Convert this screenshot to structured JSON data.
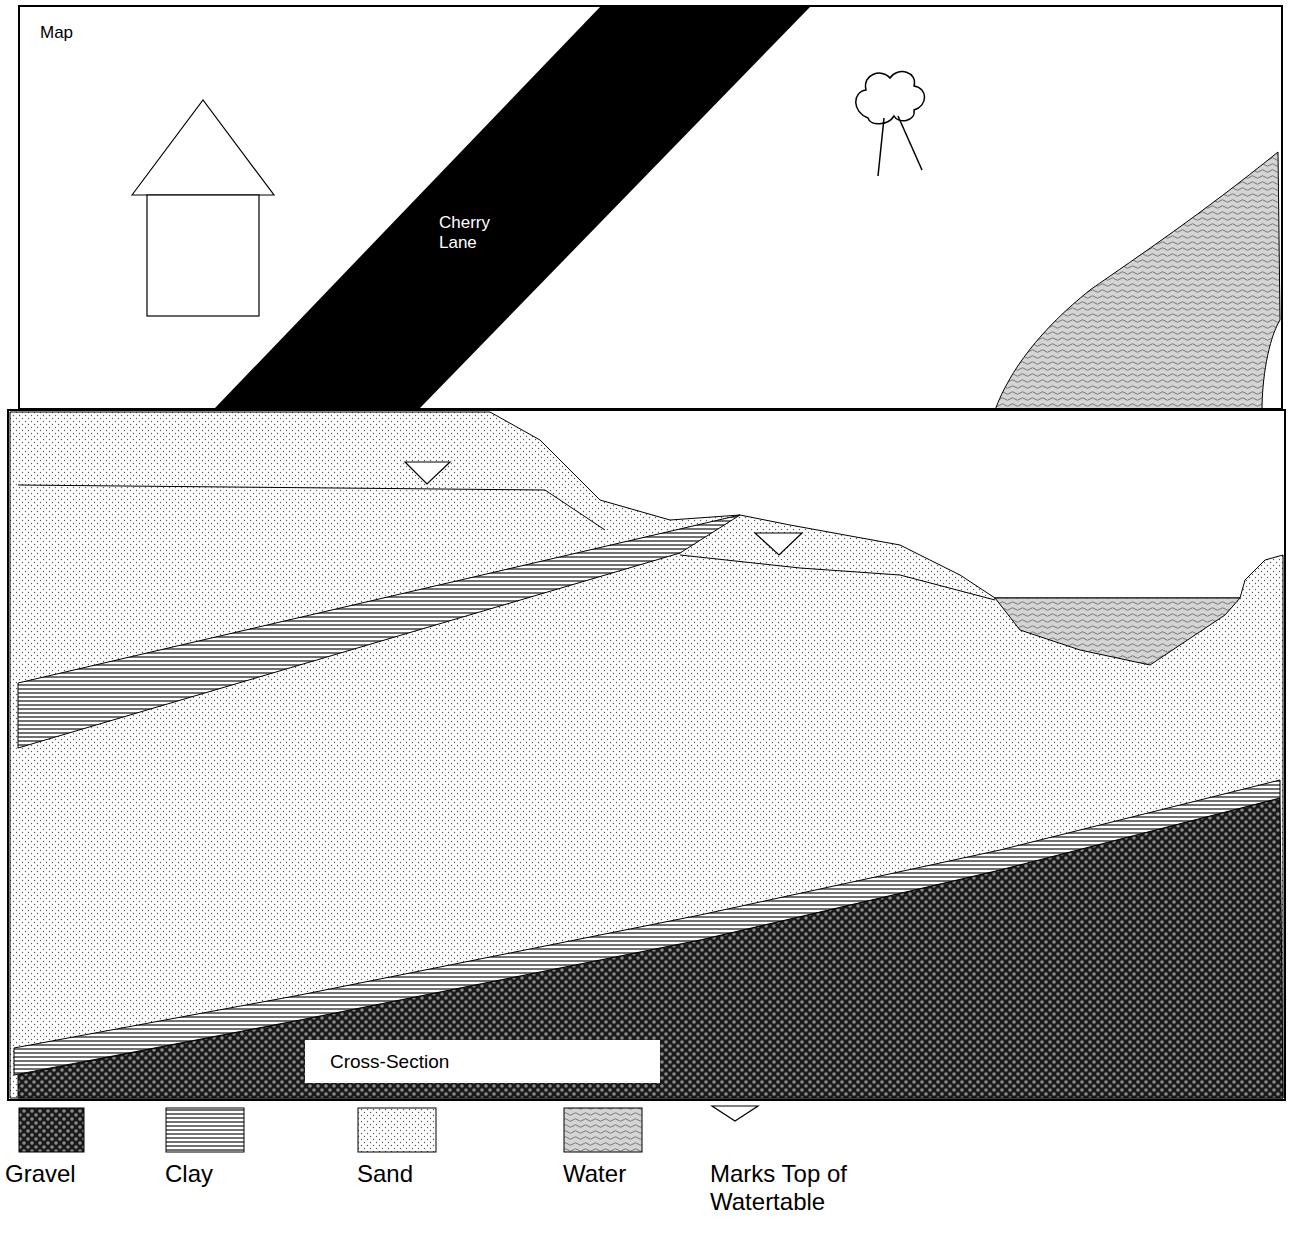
{
  "diagram": {
    "nodes": [
      {
        "text": [
          "Map"
        ]
      },
      {
        "text": [
          "Cherry Lane"
        ],
        "in": 0
      },
      {
        "text": [
          "Cross-Section"
        ]
      }
    ],
    "legend": [
      {
        "text": "Gravel"
      },
      {
        "text": "Clay"
      },
      {
        "text": "Sand"
      },
      {
        "text": "Water"
      },
      {
        "text": "Marks Top of Watertable"
      }
    ]
  }
}
